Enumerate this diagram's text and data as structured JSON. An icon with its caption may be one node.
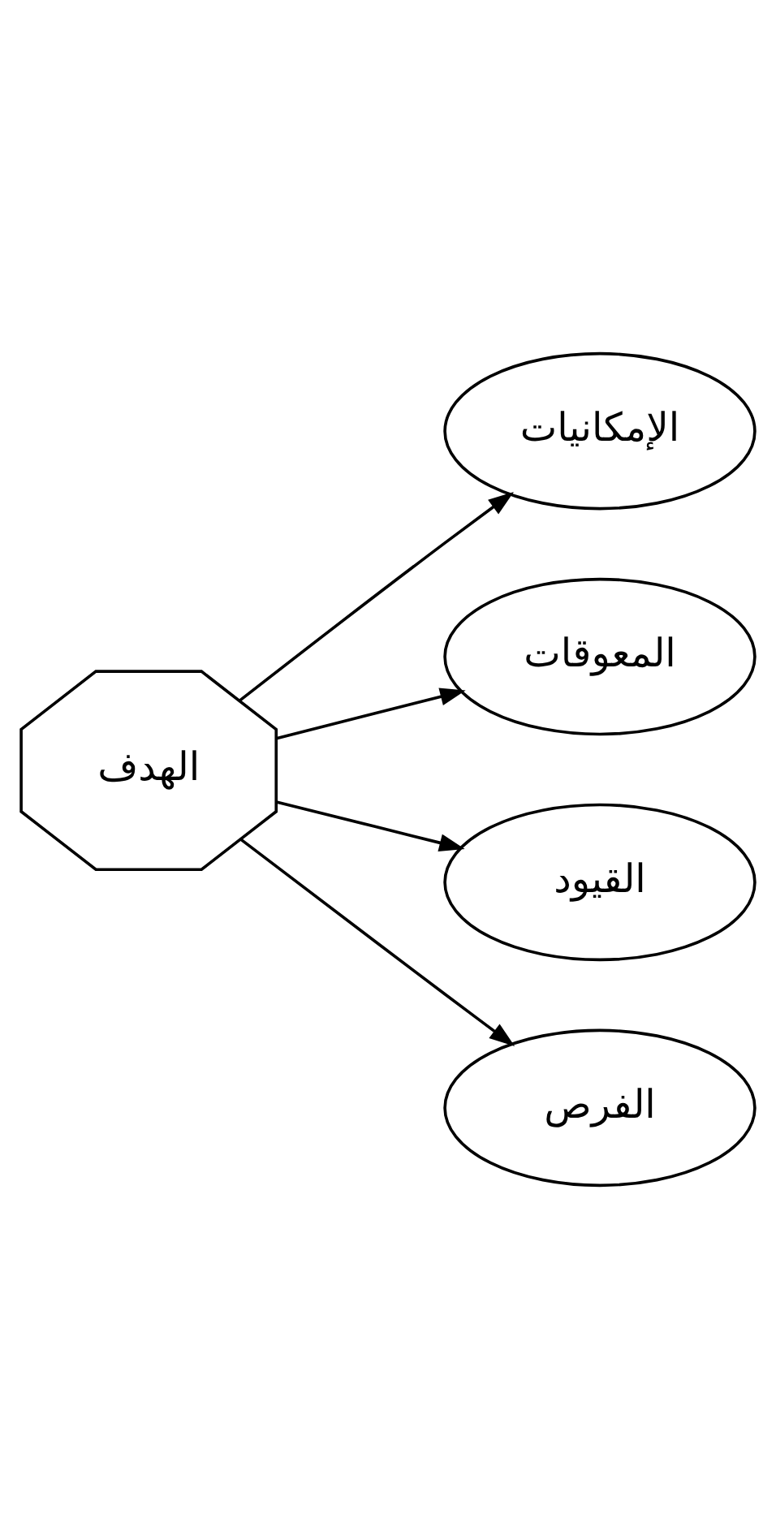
{
  "diagram": {
    "nodes": [
      {
        "text": [
          "الهدف"
        ]
      },
      {
        "text": [
          "الإمكانيات"
        ]
      },
      {
        "text": [
          "المعوقات"
        ]
      },
      {
        "text": [
          "القيود"
        ]
      },
      {
        "text": [
          "الفرص"
        ]
      }
    ],
    "edges": [
      {
        "from": 0,
        "to": 1,
        "arrow": "to"
      },
      {
        "from": 0,
        "to": 2,
        "arrow": "to"
      },
      {
        "from": 0,
        "to": 3,
        "arrow": "to"
      },
      {
        "from": 0,
        "to": 4,
        "arrow": "to"
      }
    ]
  }
}
